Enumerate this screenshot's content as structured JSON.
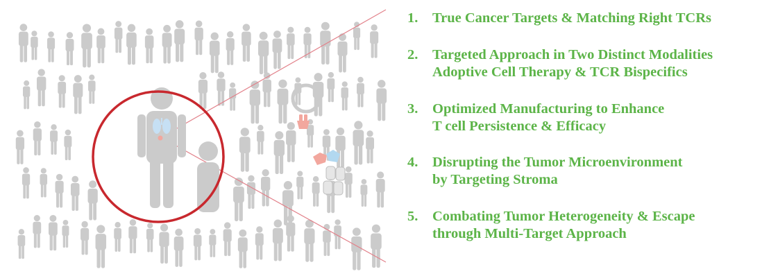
{
  "colors": {
    "figure_gray": "#cbcbcb",
    "focus_ring": "#c8282e",
    "zoom_lines": "#e2818a",
    "text_green": "#5cb448",
    "tcr_red": "#f2a79e",
    "tcr_blue": "#b2d8f0",
    "organ_blue": "#c6e0f4"
  },
  "icons": [
    "person-silhouette-icon",
    "magnifier-circle-icon",
    "cell-ring-icon",
    "tcr-receptor-icon",
    "bispecific-molecule-icon",
    "lungs-icon"
  ],
  "list": [
    {
      "number": "1.",
      "lines": [
        "True Cancer Targets & Matching Right TCRs"
      ]
    },
    {
      "number": "2.",
      "lines": [
        "Targeted Approach in Two Distinct Modalities",
        "Adoptive Cell Therapy & TCR Bispecifics"
      ]
    },
    {
      "number": "3.",
      "lines": [
        "Optimized Manufacturing to Enhance",
        "T cell Persistence & Efficacy"
      ]
    },
    {
      "number": "4.",
      "lines": [
        "Disrupting the Tumor Microenvironment",
        "by Targeting Stroma"
      ]
    },
    {
      "number": "5.",
      "lines": [
        "Combating Tumor Heterogeneity & Escape",
        "through Multi-Target Approach"
      ]
    }
  ]
}
